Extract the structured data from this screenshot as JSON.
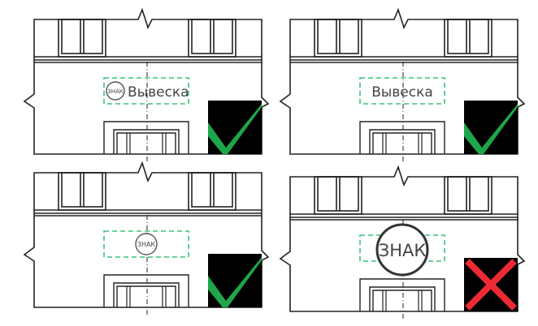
{
  "title": "Sign placement on facade examples",
  "colors": {
    "outline": "#222222",
    "dash_green": "#3cc27a",
    "ok_green": "#1fa64a",
    "bad_red": "#ee2a35",
    "badge_bg": "#000000",
    "sign_text": "#444444"
  },
  "panels": [
    {
      "id": "p1",
      "variant": "sign-with-small-badge",
      "sign_text": "Вывеска",
      "emblem_text": "ЗНАК",
      "verdict": "correct",
      "verdict_icon": "check-icon"
    },
    {
      "id": "p2",
      "variant": "sign-only",
      "sign_text": "Вывеска",
      "emblem_text": "",
      "verdict": "correct",
      "verdict_icon": "check-icon"
    },
    {
      "id": "p3",
      "variant": "small-emblem-only",
      "sign_text": "",
      "emblem_text": "ЗНАК",
      "verdict": "correct",
      "verdict_icon": "check-icon"
    },
    {
      "id": "p4",
      "variant": "large-emblem-overflow",
      "sign_text": "",
      "emblem_text": "ЗНАК",
      "verdict": "incorrect",
      "verdict_icon": "cross-icon"
    }
  ]
}
